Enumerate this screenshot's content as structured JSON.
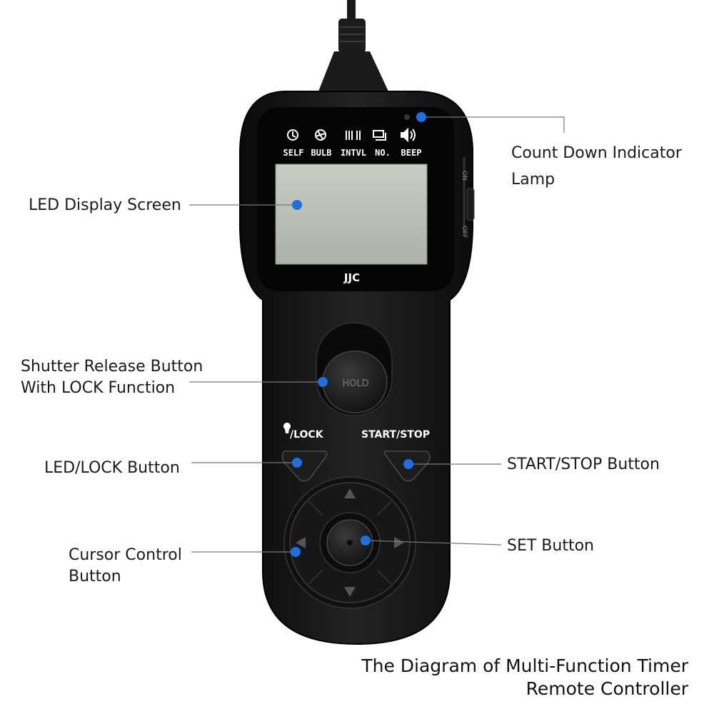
{
  "device": {
    "brand": "JJC",
    "modes": [
      "SELF",
      "BULB",
      "INTVL",
      "NO.",
      "BEEP"
    ],
    "shutter_button_text": "HOLD",
    "led_lock_label": "/LOCK",
    "start_stop_label": "START/STOP",
    "switch_on": "ON",
    "switch_off": "OFF"
  },
  "callouts": {
    "countdown": [
      "Count Down Indicator",
      "Lamp"
    ],
    "led_display": "LED Display Screen",
    "shutter": [
      "Shutter Release Button",
      "With LOCK Function"
    ],
    "led_lock": "LED/LOCK Button",
    "start_stop": "START/STOP Button",
    "cursor": [
      "Cursor Control",
      "Button"
    ],
    "set": "SET Button"
  },
  "title": [
    "The Diagram of Multi-Function Timer",
    "Remote Controller"
  ],
  "colors": {
    "marker": "#1e6fe0",
    "body": "#141414",
    "screen": "#bfc2b8",
    "text": "#1a1a1a"
  }
}
